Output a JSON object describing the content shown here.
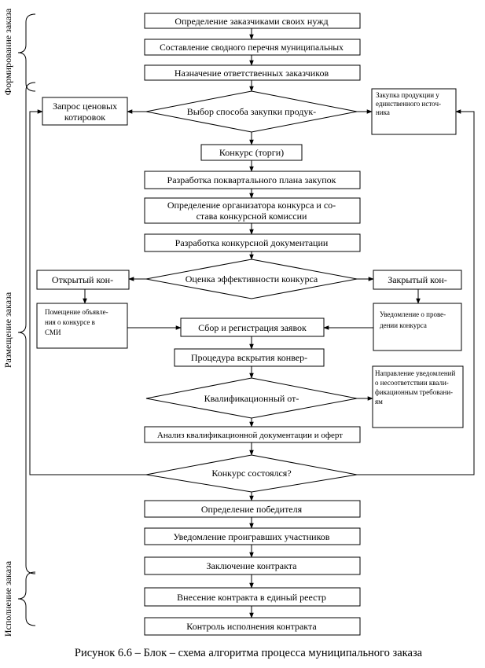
{
  "phases": {
    "forming": "Формирование заказа",
    "placing": "Размещение заказа",
    "execution": "Исполнение заказа"
  },
  "boxes": {
    "needs": "Определение заказчиками своих нужд",
    "list": "Составление сводного перечня муниципальных",
    "responsible": "Назначение ответственных заказчиков",
    "quotes_l1": "Запрос ценовых",
    "quotes_l2": "котировок",
    "single_l1": "Закупка продукции у",
    "single_l2": "единственного источ-",
    "single_l3": "ника",
    "contest": "Конкурс (торги)",
    "quarter_plan": "Разработка поквартального плана закупок",
    "organizer_l1": "Определение организатора конкурса и со-",
    "organizer_l2": "става конкурсной комиссии",
    "docs": "Разработка конкурсной документации",
    "open": "Открытый кон-",
    "closed": "Закрытый кон-",
    "announce_l1": "Помещение объявле-",
    "announce_l2": "ния о конкурсе  в",
    "announce_l3": "СМИ",
    "notify_l1": "Уведомление о прове-",
    "notify_l2": "дении конкурса",
    "collect": "Сбор и регистрация заявок",
    "opening": "Процедура вскрытия конвер-",
    "mismatch_l1": "Направление уведомлений",
    "mismatch_l2": "о несоответствии квали-",
    "mismatch_l3": "фикационным требовани-",
    "mismatch_l4": "ям",
    "analysis": "Анализ квалификационной документации и оферт",
    "winner": "Определение победителя",
    "losers": "Уведомление проигравших участников",
    "conclusion": "Заключение контракта",
    "registry": "Внесение контракта в единый реестр",
    "control": "Контроль исполнения контракта"
  },
  "decisions": {
    "method": "Выбор способа закупки продук-",
    "efficiency": "Оценка эффективности конкурса",
    "qualification": "Квалификационный от-",
    "held": "Конкурс состоялся?"
  },
  "caption": "Рисунок 6.6 – Блок – схема алгоритма процесса муниципального заказа"
}
